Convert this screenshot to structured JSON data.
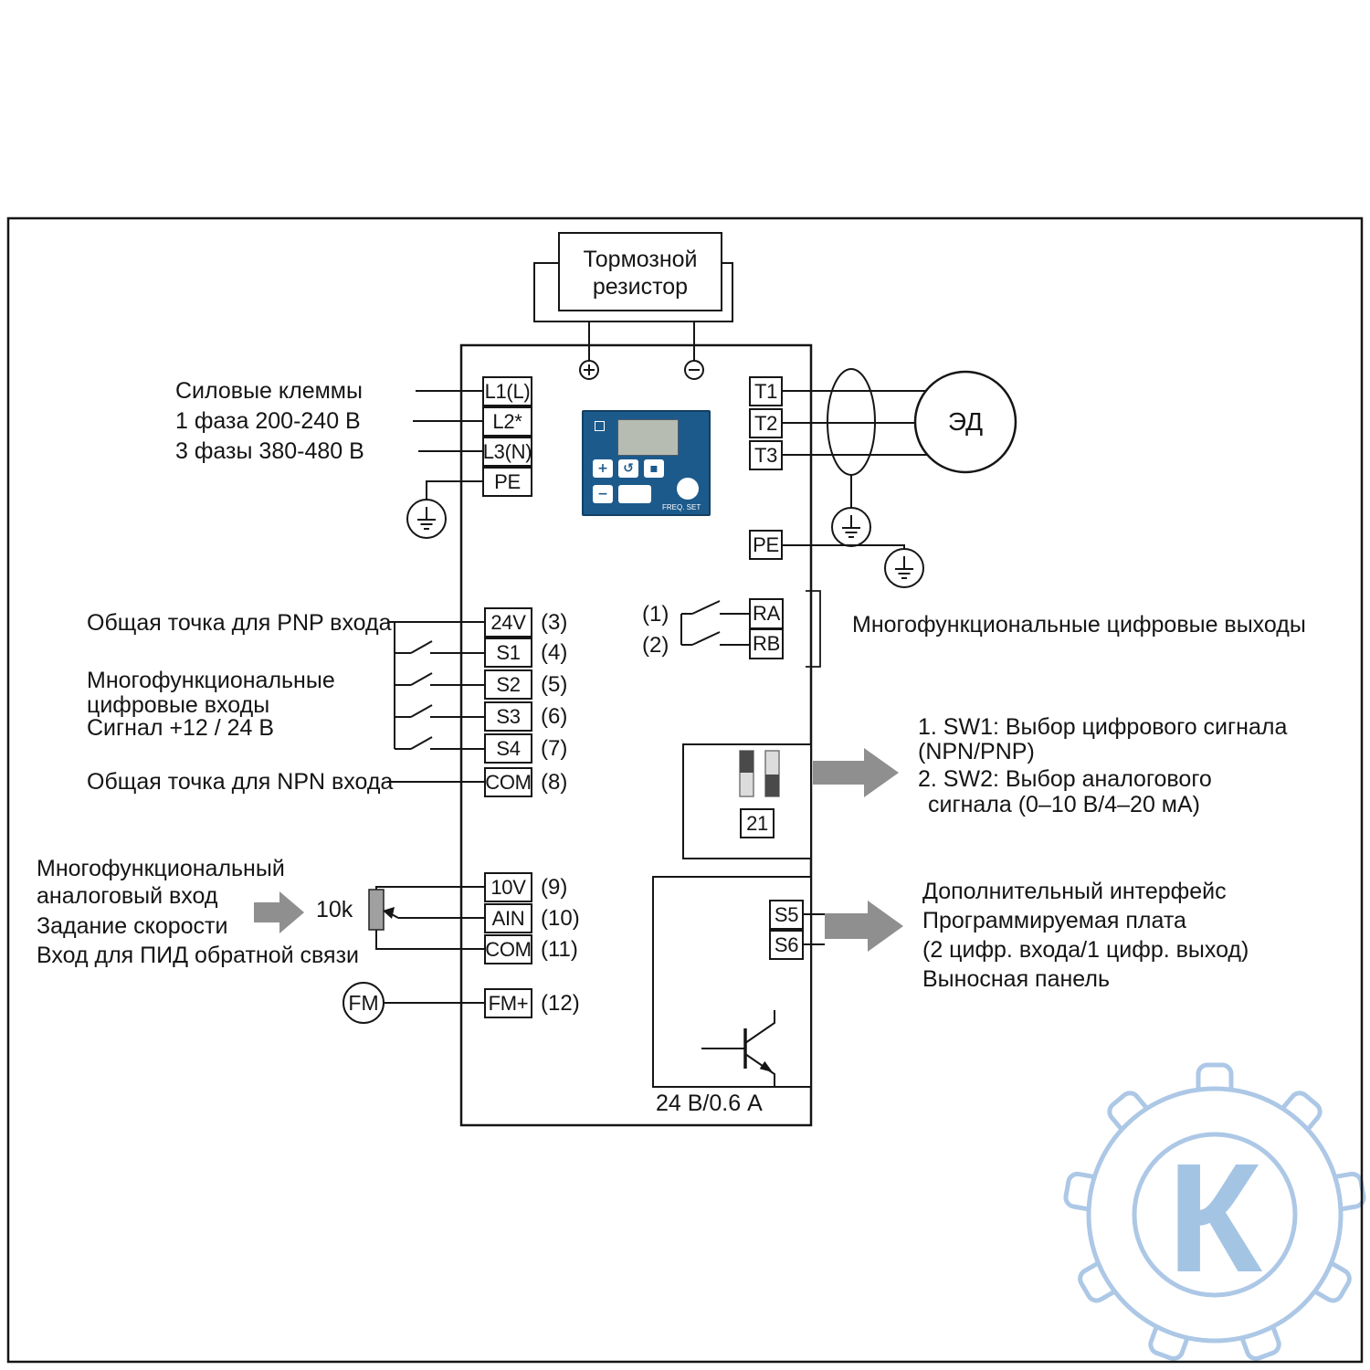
{
  "colors": {
    "keypad_blue": "#1c5a8c",
    "arrow_gray": "#8f8f8f",
    "watermark_blue": "#adc8e6",
    "line_black": "#151515"
  },
  "brake_resistor": {
    "line1": "Тормозной",
    "line2": "резистор"
  },
  "power_input": {
    "captions": [
      "Силовые клеммы",
      "1 фаза 200-240 В",
      "3 фазы 380-480 В"
    ],
    "terminals": [
      "L1(L)",
      "L2*",
      "L3(N)",
      "PE"
    ]
  },
  "motor_output": {
    "terminals": [
      "T1",
      "T2",
      "T3"
    ],
    "pe_terminal": "PE",
    "motor_label": "ЭД"
  },
  "relay_outputs": {
    "numbers": [
      "(1)",
      "(2)"
    ],
    "terminals": [
      "RA",
      "RB"
    ],
    "caption": "Многофункциональные цифровые выходы"
  },
  "digital_inputs": {
    "terminals": [
      "24V",
      "S1",
      "S2",
      "S3",
      "S4",
      "COM"
    ],
    "numbers": [
      "(3)",
      "(4)",
      "(5)",
      "(6)",
      "(7)",
      "(8)"
    ],
    "caption_pnp": "Общая точка для PNP входа",
    "caption_line1": "Многофункциональные",
    "caption_line2": "цифровые входы",
    "caption_line3": "Сигнал +12 / 24 В",
    "caption_npn": "Общая точка для NPN входа"
  },
  "dip_switches": {
    "label": "21",
    "notes": [
      "1. SW1: Выбор цифрового сигнала",
      "(NPN/PNP)",
      "2. SW2: Выбор аналогового",
      "сигнала (0–10 В/4–20 мА)"
    ]
  },
  "analog_input": {
    "terminals": [
      "10V",
      "AIN",
      "COM"
    ],
    "numbers": [
      "(9)",
      "(10)",
      "(11)"
    ],
    "pot_value": "10k",
    "captions": [
      "Многофункциональный",
      "аналоговый вход",
      "Задание скорости",
      "Вход для ПИД обратной связи"
    ],
    "fm_label": "FM",
    "fm_terminal": "FM+",
    "fm_number": "(12)"
  },
  "option_port": {
    "terminals": [
      "S5",
      "S6"
    ],
    "captions": [
      "Дополнительный интерфейс",
      "Программируемая плата",
      "(2 цифр. входа/1 цифр. выход)",
      "Выносная панель"
    ],
    "power_rating": "24 В/0.6 А"
  },
  "keypad": {
    "plus": "+",
    "minus": "−",
    "run": "↺",
    "mode": "▪",
    "freq_set_label": "FREQ. SET"
  },
  "watermark": {
    "letter": "К"
  }
}
